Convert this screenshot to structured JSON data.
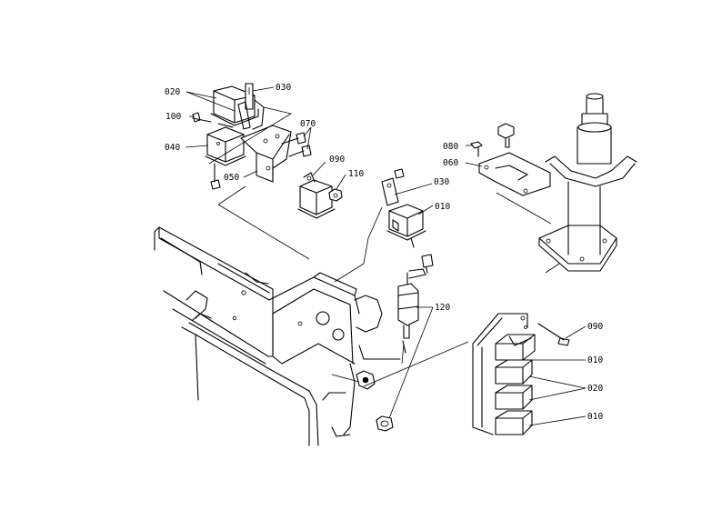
{
  "callouts": {
    "c1": {
      "text": "020"
    },
    "c2": {
      "text": "030"
    },
    "c3": {
      "text": "100"
    },
    "c4": {
      "text": "070"
    },
    "c5": {
      "text": "040"
    },
    "c6": {
      "text": "090"
    },
    "c7": {
      "text": "110"
    },
    "c8": {
      "text": "050"
    },
    "c9": {
      "text": "030"
    },
    "c10": {
      "text": "010"
    },
    "c11": {
      "text": "080"
    },
    "c12": {
      "text": "060"
    },
    "c13": {
      "text": "120"
    },
    "c14": {
      "text": "090"
    },
    "c15": {
      "text": "010"
    },
    "c16": {
      "text": "020"
    },
    "c17": {
      "text": "010"
    }
  }
}
